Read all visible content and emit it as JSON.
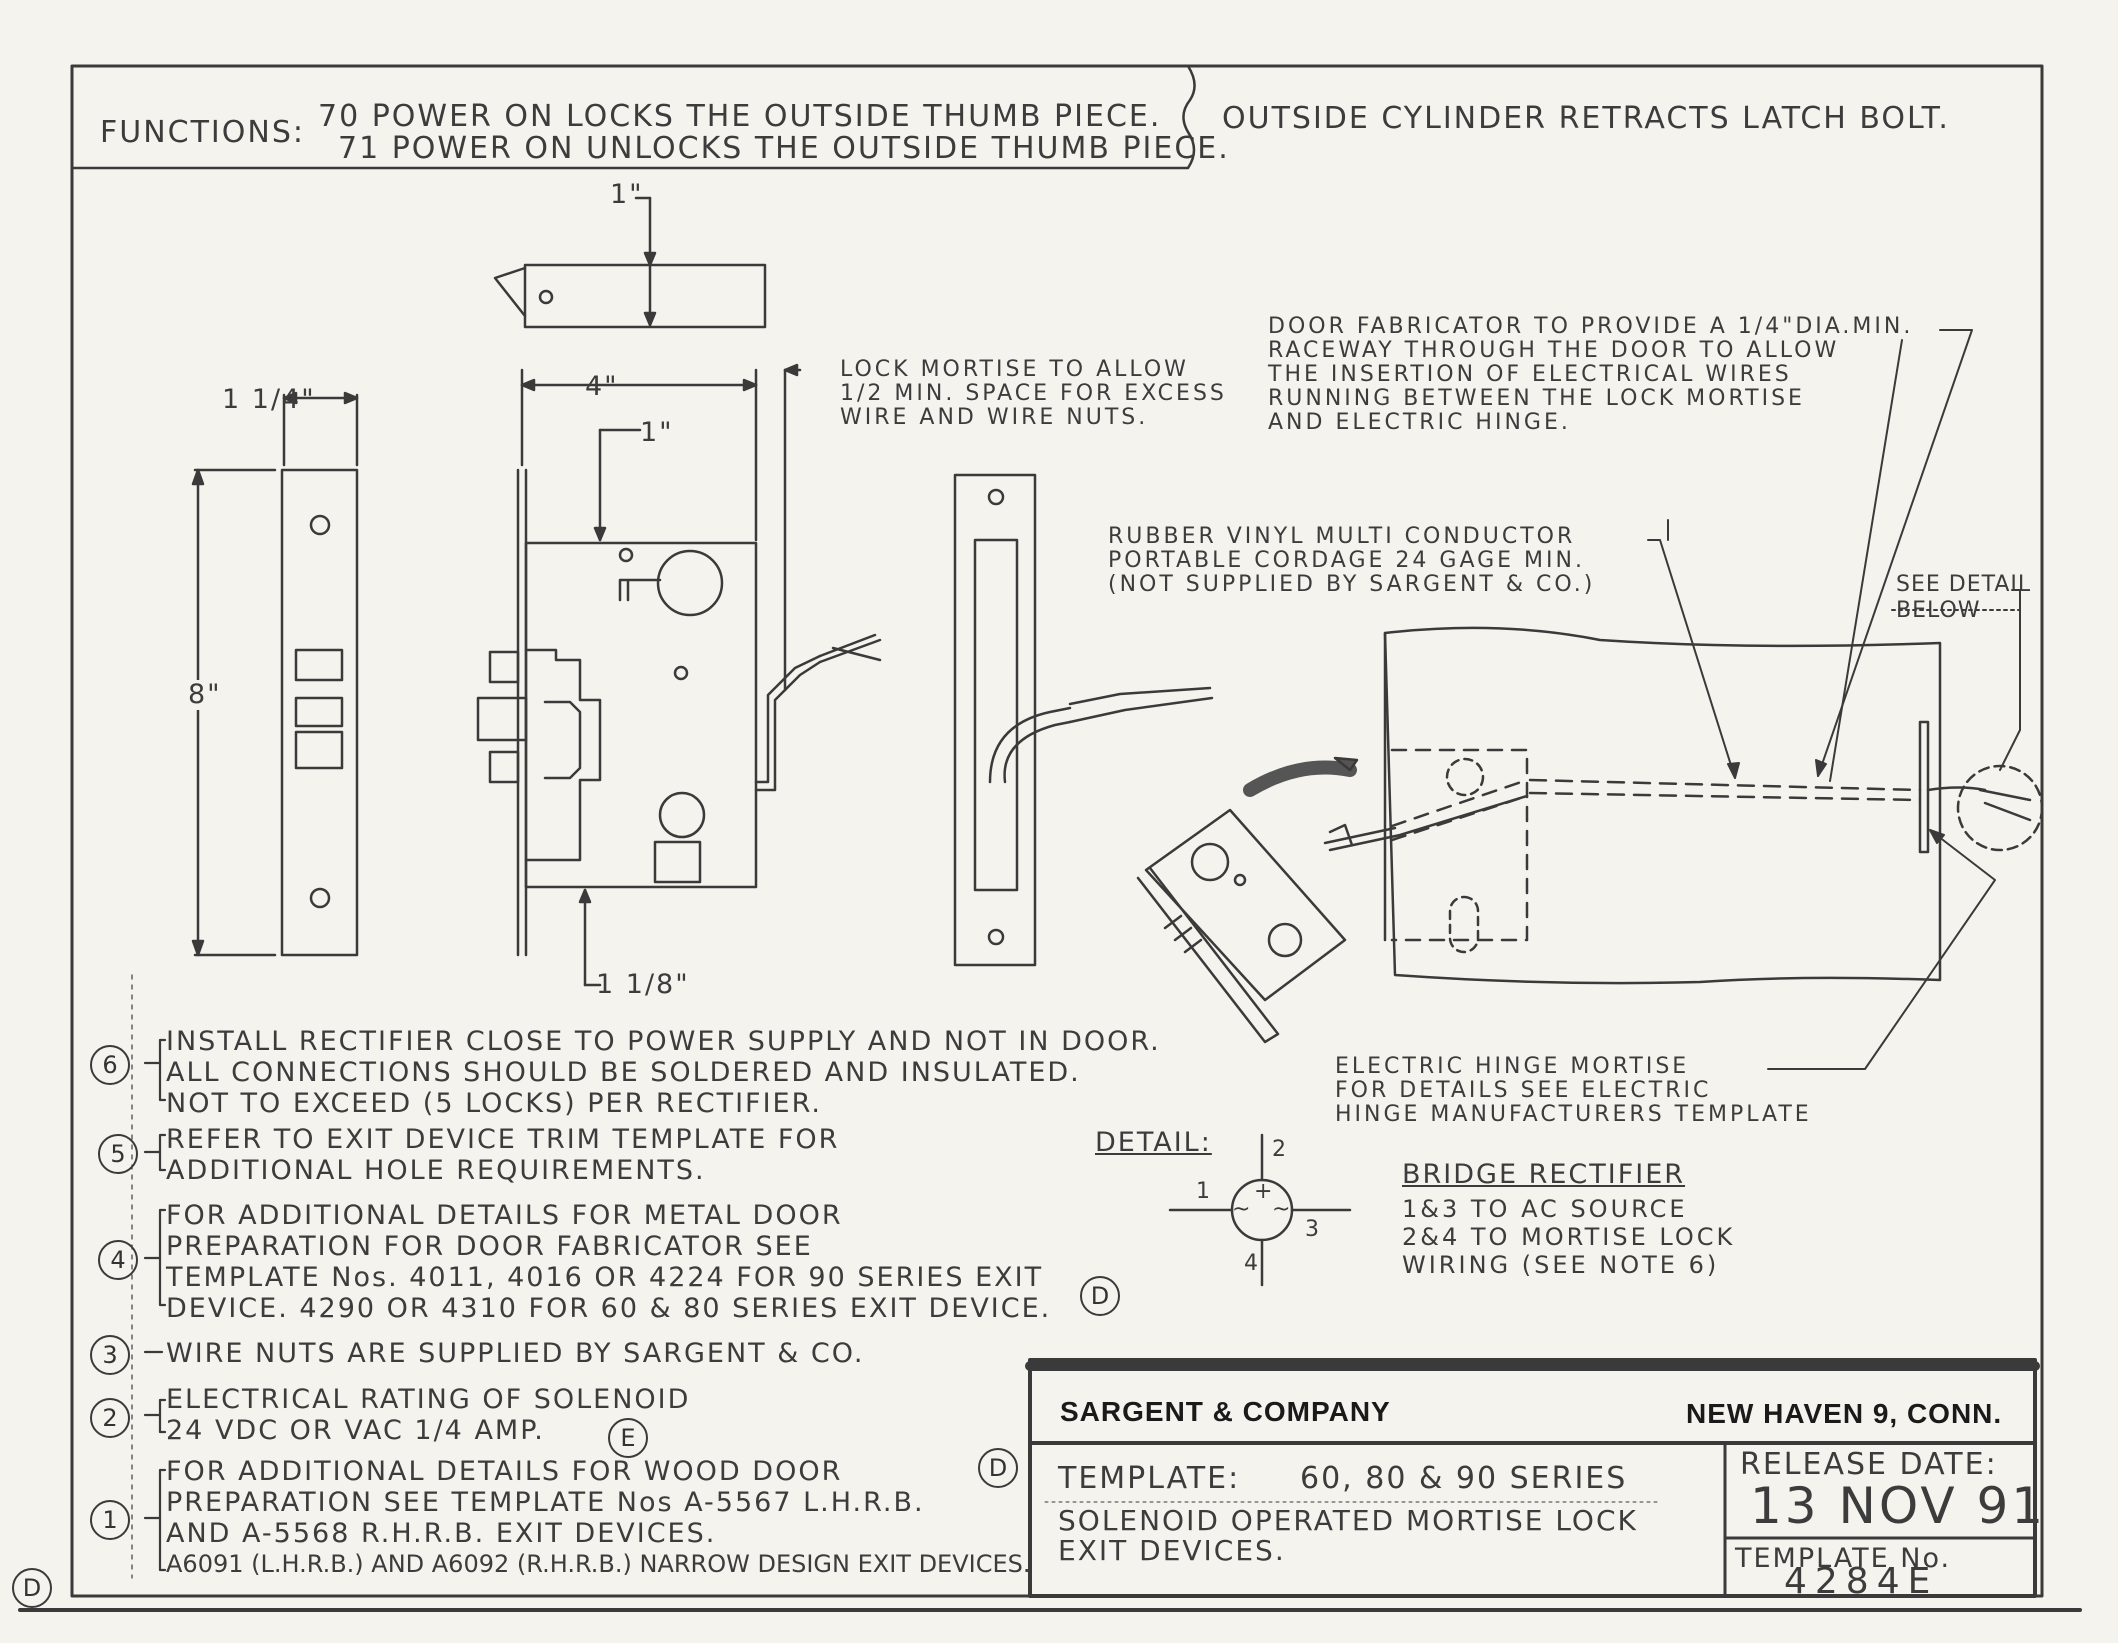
{
  "functions": {
    "label": "FUNCTIONS:",
    "line1": "70 POWER ON LOCKS THE OUTSIDE THUMB PIECE.",
    "line2": "71 POWER ON UNLOCKS THE OUTSIDE THUMB PIECE.",
    "outside": "OUTSIDE CYLINDER RETRACTS LATCH BOLT."
  },
  "dimensions": {
    "one_inch_top": "1\"",
    "one_quarter": "1 1/4\"",
    "four_inch": "4\"",
    "one_inch_mid": "1\"",
    "eight_inch": "8\"",
    "one_eighth": "1 1/8\""
  },
  "callouts": {
    "lock_mortise": [
      "LOCK MORTISE TO ALLOW",
      "1/2 MIN. SPACE FOR EXCESS",
      "WIRE AND WIRE NUTS."
    ],
    "door_fabricator": [
      "DOOR FABRICATOR TO PROVIDE A 1/4\"DIA.MIN.",
      "RACEWAY THROUGH THE DOOR TO ALLOW",
      "THE INSERTION OF ELECTRICAL WIRES",
      "RUNNING BETWEEN THE LOCK MORTISE",
      "AND ELECTRIC HINGE."
    ],
    "rubber_vinyl": [
      "RUBBER VINYL MULTI CONDUCTOR",
      "PORTABLE CORDAGE 24 GAGE MIN.",
      "(NOT SUPPLIED BY SARGENT & CO.)"
    ],
    "see_detail": [
      "SEE DETAIL",
      "BELOW"
    ],
    "electric_hinge": [
      "ELECTRIC HINGE MORTISE",
      "FOR DETAILS SEE ELECTRIC",
      "HINGE MANUFACTURERS TEMPLATE"
    ]
  },
  "detail": {
    "label": "DETAIL:",
    "pin1": "1",
    "pin2": "2",
    "pin3": "3",
    "pin4": "4",
    "plus": "+",
    "tilde": "~",
    "title": "BRIDGE RECTIFIER",
    "lines": [
      "1&3 TO AC SOURCE",
      "2&4 TO MORTISE LOCK",
      "WIRING (SEE NOTE 6)"
    ]
  },
  "notes": [
    {
      "num": "6",
      "lines": [
        "INSTALL RECTIFIER CLOSE TO POWER SUPPLY AND NOT IN DOOR.",
        "ALL CONNECTIONS SHOULD BE SOLDERED AND INSULATED.",
        "NOT TO EXCEED (5 LOCKS) PER RECTIFIER."
      ]
    },
    {
      "num": "5",
      "lines": [
        "REFER TO EXIT DEVICE TRIM TEMPLATE FOR",
        "ADDITIONAL HOLE REQUIREMENTS."
      ]
    },
    {
      "num": "4",
      "lines": [
        "FOR ADDITIONAL DETAILS FOR METAL DOOR",
        "PREPARATION FOR DOOR FABRICATOR SEE",
        "TEMPLATE Nos. 4011, 4016 OR 4224 FOR 90 SERIES EXIT",
        "DEVICE. 4290 OR 4310 FOR 60 & 80 SERIES EXIT DEVICE."
      ]
    },
    {
      "num": "3",
      "lines": [
        "WIRE NUTS ARE SUPPLIED BY SARGENT & CO."
      ]
    },
    {
      "num": "2",
      "lines": [
        "ELECTRICAL RATING OF SOLENOID",
        "24 VDC OR VAC 1/4 AMP."
      ]
    },
    {
      "num": "1",
      "lines": [
        "FOR ADDITIONAL DETAILS FOR WOOD DOOR",
        "PREPARATION SEE TEMPLATE Nos A-5567 L.H.R.B.",
        "AND A-5568 R.H.R.B. EXIT DEVICES.",
        "A6091 (L.H.R.B.) AND A6092 (R.H.R.B.) NARROW DESIGN EXIT DEVICES."
      ]
    }
  ],
  "revision_marks": {
    "d": "D",
    "e": "E"
  },
  "title_block": {
    "company": "SARGENT & COMPANY",
    "city": "NEW HAVEN 9, CONN.",
    "template_label": "TEMPLATE:",
    "template_series": "60, 80 & 90 SERIES",
    "description": [
      "SOLENOID OPERATED MORTISE LOCK",
      "EXIT DEVICES."
    ],
    "release_label": "RELEASE DATE:",
    "release_date": "13 NOV 91",
    "template_no_label": "TEMPLATE No.",
    "template_no": "4284E"
  },
  "colors": {
    "ink": "#3a3a3a",
    "paper": "#f4f3ee",
    "dark": "#1a1a1a"
  }
}
